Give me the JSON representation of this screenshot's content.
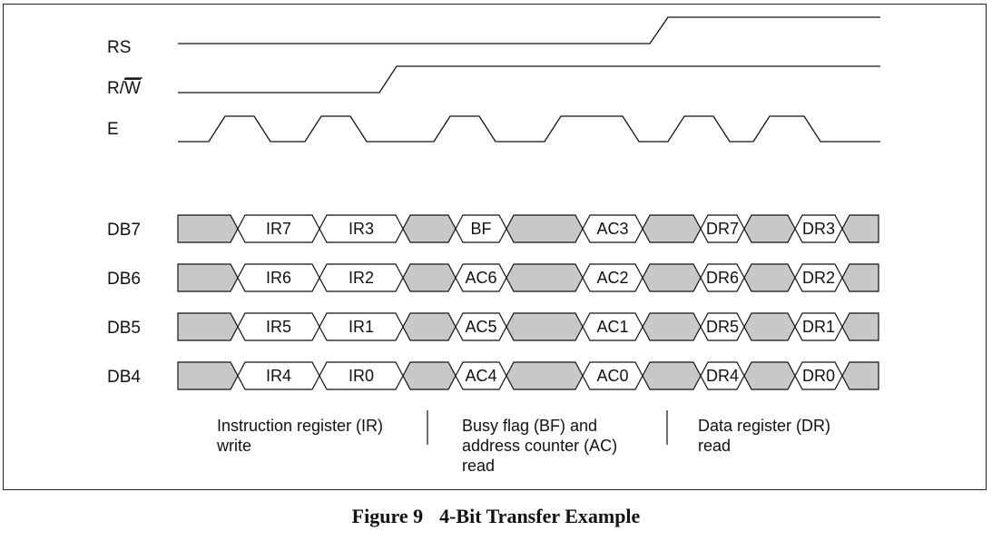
{
  "signals": [
    {
      "id": "rs",
      "label": "RS"
    },
    {
      "id": "rw",
      "label": "R/W",
      "overbar": "W"
    },
    {
      "id": "e",
      "label": "E"
    }
  ],
  "buses": [
    {
      "label": "DB7",
      "cells": [
        "IR7",
        "IR3",
        "BF",
        "AC3",
        "DR7",
        "DR3"
      ]
    },
    {
      "label": "DB6",
      "cells": [
        "IR6",
        "IR2",
        "AC6",
        "AC2",
        "DR6",
        "DR2"
      ]
    },
    {
      "label": "DB5",
      "cells": [
        "IR5",
        "IR1",
        "AC5",
        "AC1",
        "DR5",
        "DR1"
      ]
    },
    {
      "label": "DB4",
      "cells": [
        "IR4",
        "IR0",
        "AC4",
        "AC0",
        "DR4",
        "DR0"
      ]
    }
  ],
  "groups": [
    {
      "lines": [
        "Instruction register (IR)",
        "write"
      ]
    },
    {
      "lines": [
        "Busy flag (BF) and",
        "address counter (AC)",
        "read"
      ]
    },
    {
      "lines": [
        "Data register (DR)",
        "read"
      ]
    }
  ],
  "caption": {
    "number": "Figure 9",
    "title": "4-Bit Transfer Example"
  }
}
